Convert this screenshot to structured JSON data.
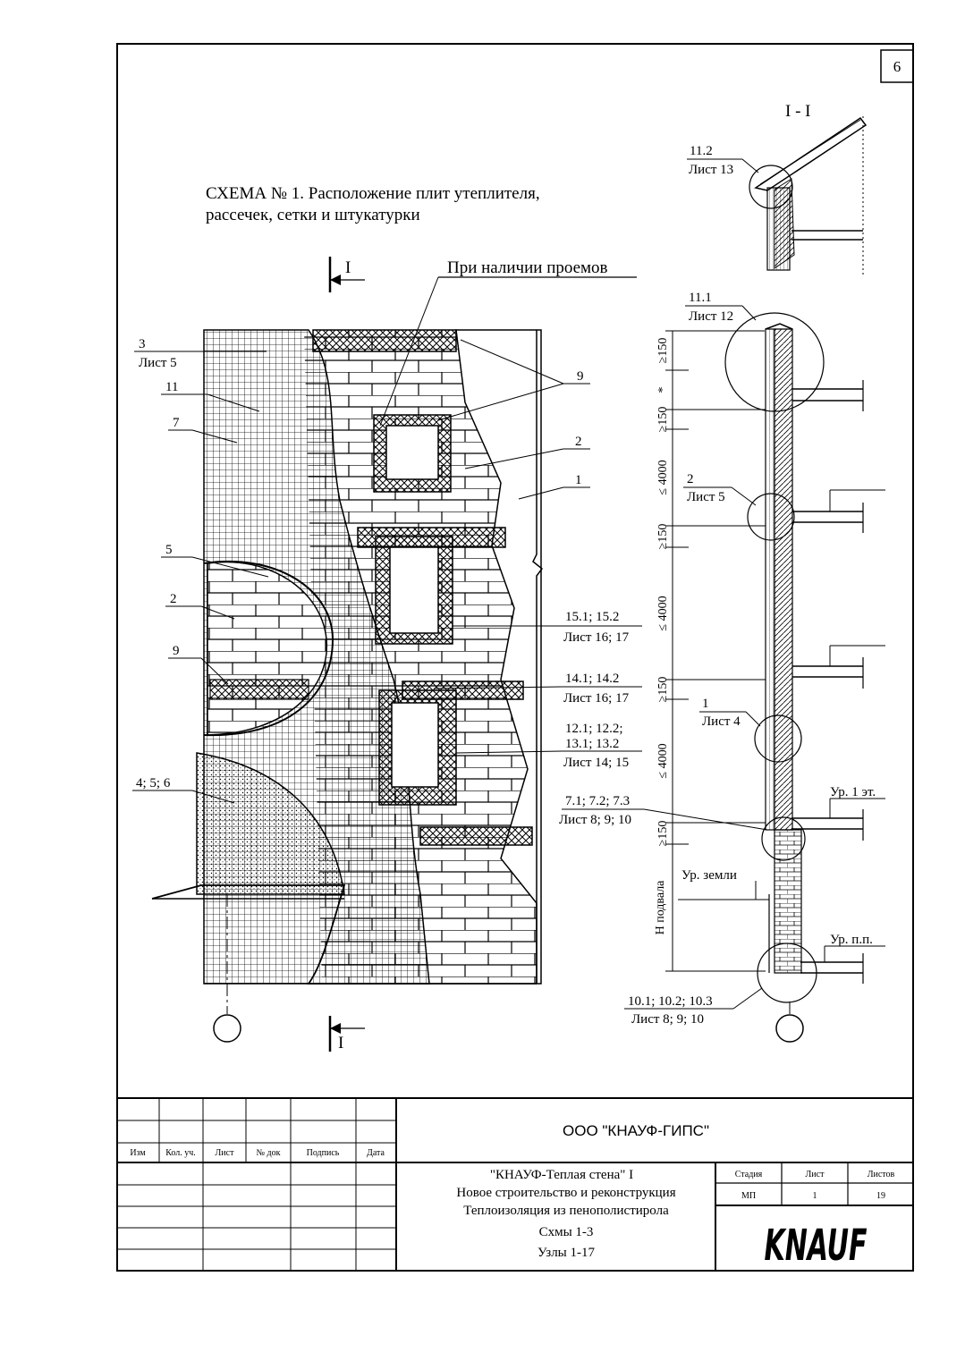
{
  "sheet": {
    "number": "6"
  },
  "scheme": {
    "title_line1": "СХЕМА № 1. Расположение плит утеплителя,",
    "title_line2": "рассечек, сетки и штукатурки",
    "openings_note": "При наличии проемов"
  },
  "section": {
    "title": "I - I",
    "cut_mark": "I"
  },
  "labels": {
    "l3": "3",
    "l3_sheet": "Лист 5",
    "l11": "11",
    "l7": "7",
    "l5": "5",
    "l2": "2",
    "l9": "9",
    "l456": "4; 5; 6",
    "r9": "9",
    "r2": "2",
    "r1": "1",
    "n15": "15.1; 15.2",
    "n15_sheet": "Лист 16; 17",
    "n14": "14.1; 14.2",
    "n14_sheet": "Лист 16; 17",
    "n12a": "12.1; 12.2;",
    "n12b": "13.1; 13.2",
    "n12_sheet": "Лист 14; 15",
    "n7": "7.1; 7.2; 7.3",
    "n7_sheet": "Лист 8; 9; 10",
    "n112": "11.2",
    "n112_sheet": "Лист 13",
    "n111": "11.1",
    "n111_sheet": "Лист 12",
    "n2": "2",
    "n2_sheet": "Лист 5",
    "n1": "1",
    "n1_sheet": "Лист 4",
    "n10": "10.1; 10.2; 10.3",
    "n10_sheet": "Лист 8; 9; 10",
    "level_floor1": "Ур. 1 эт.",
    "level_ground": "Ур. земли",
    "level_basement": "Ур. п.п."
  },
  "dims": {
    "d150": "≥150",
    "d4000": "≤ 4000",
    "star": "*",
    "basement": "Н подвала"
  },
  "titleblock": {
    "headers": [
      "Изм",
      "Кол. уч.",
      "Лист",
      "№ док",
      "Подпись",
      "Дата"
    ],
    "company": "ООО \"КНАУФ-ГИПС\"",
    "line1": "\"КНАУФ-Теплая стена\" I",
    "line2": "Новое строительство и реконструкция",
    "line3": "Теплоизоляция из пенополистирола",
    "line4": "Схмы 1-3",
    "line5": "Узлы 1-17",
    "stage_label": "Стадия",
    "sheet_label": "Лист",
    "sheets_label": "Листов",
    "stage": "МП",
    "sheet": "1",
    "sheets": "19",
    "logo": "KNAUF"
  }
}
